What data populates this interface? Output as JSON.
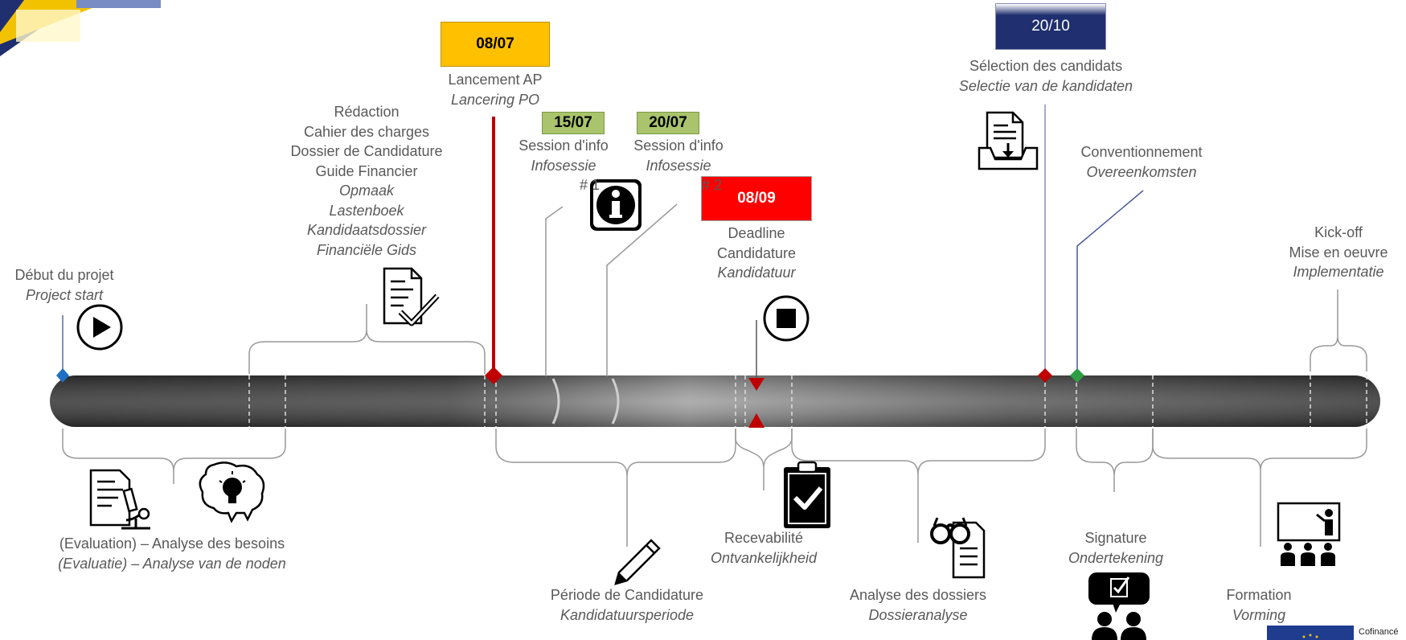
{
  "colors": {
    "bar_dark": "#3a3a3a",
    "bar_light": "#9a9a9a",
    "label": "#595959",
    "red": "#c00000",
    "blue": "#1f6fc4",
    "green": "#2e9e45",
    "box_yellow": "#ffc000",
    "box_green": "#a9c46c",
    "box_red": "#ff0000",
    "box_navy": "#1f2f6f"
  },
  "dates": {
    "launch": "08/07",
    "session1": "15/07",
    "session2": "20/07",
    "deadline": "08/09",
    "selection": "20/10"
  },
  "top_labels": {
    "start": [
      "Début du projet",
      "Project start"
    ],
    "redaction": [
      "Rédaction",
      "Cahier des charges",
      "Dossier de Candidature",
      "Guide Financier",
      "Opmaak",
      "Lastenboek",
      "Kandidaatsdossier",
      "Financiële Gids"
    ],
    "launch": [
      "Lancement AP",
      "Lancering PO"
    ],
    "session1": [
      "Session d'info",
      "Infosessie",
      "# 1"
    ],
    "session2": [
      "Session d'info",
      "Infosessie",
      "# 2"
    ],
    "deadline": [
      "Deadline",
      "Candidature",
      "Kandidatuur"
    ],
    "selection": [
      "Sélection des candidats",
      "Selectie van de kandidaten"
    ],
    "convention": [
      "Conventionnement",
      "Overeenkomsten"
    ],
    "kickoff": [
      "Kick-off",
      "Mise en oeuvre",
      "Implementatie"
    ]
  },
  "bottom_labels": {
    "analysis_needs": [
      "(Evaluation) – Analyse des besoins",
      "(Evaluatie) – Analyse van de noden"
    ],
    "application_period": [
      "Période de Candidature",
      "Kandidatuursperiode"
    ],
    "admissibility": [
      "Recevabilité",
      "Ontvankelijkheid"
    ],
    "file_analysis": [
      "Analyse des dossiers",
      "Dossieranalyse"
    ],
    "signature": [
      "Signature",
      "Ondertekening"
    ],
    "training": [
      "Formation",
      "Vorming"
    ]
  },
  "icons": [
    "play-icon",
    "document-check-icon",
    "info-icon",
    "stop-icon",
    "inbox-document-icon",
    "research-document-icon",
    "lightbulb-head-icon",
    "pencil-icon",
    "clipboard-check-icon",
    "glasses-document-icon",
    "discussion-icon",
    "presentation-training-icon"
  ],
  "footer": {
    "cofinance": "Cofinancé"
  }
}
